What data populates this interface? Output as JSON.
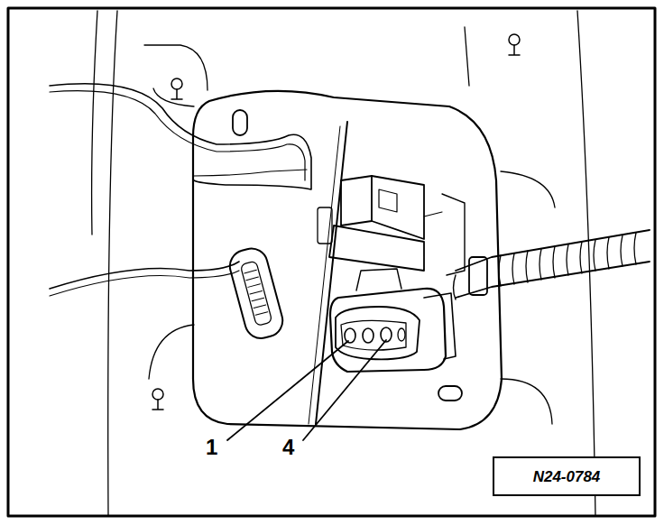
{
  "diagram": {
    "nodes": [
      {
        "text": [
          "N24-0784"
        ]
      }
    ],
    "labels": [
      "1",
      "4"
    ]
  }
}
